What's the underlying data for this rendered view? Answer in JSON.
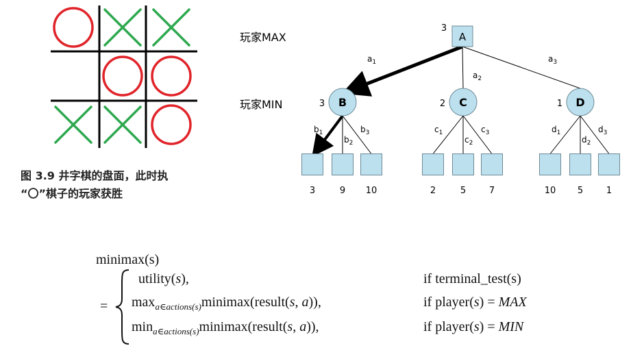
{
  "board": {
    "cells": [
      [
        "O",
        "X",
        "X"
      ],
      [
        "",
        "O",
        "O"
      ],
      [
        "X",
        "X",
        "O"
      ]
    ],
    "o_color": "#e0242a",
    "x_color": "#2ea84f",
    "grid_color": "#000000"
  },
  "caption": {
    "line1": "图 3.9 井字棋的盘面，此时执",
    "line2": "“〇”棋子的玩家获胜"
  },
  "tree": {
    "level_max": "玩家MAX",
    "level_min": "玩家MIN",
    "node_fill": "#bde0ee",
    "root": {
      "label": "A",
      "value": "3"
    },
    "min_nodes": [
      {
        "label": "B",
        "value": "3",
        "edge": "a",
        "edge_sub": "1",
        "leaves": [
          {
            "edge": "b",
            "sub": "1",
            "value": "3"
          },
          {
            "edge": "b",
            "sub": "2",
            "value": "9"
          },
          {
            "edge": "b",
            "sub": "3",
            "value": "10"
          }
        ]
      },
      {
        "label": "C",
        "value": "2",
        "edge": "a",
        "edge_sub": "2",
        "leaves": [
          {
            "edge": "c",
            "sub": "1",
            "value": "2"
          },
          {
            "edge": "c",
            "sub": "2",
            "value": "5"
          },
          {
            "edge": "c",
            "sub": "3",
            "value": "7"
          }
        ]
      },
      {
        "label": "D",
        "value": "1",
        "edge": "a",
        "edge_sub": "3",
        "leaves": [
          {
            "edge": "d",
            "sub": "1",
            "value": "10"
          },
          {
            "edge": "d",
            "sub": "2",
            "value": "5"
          },
          {
            "edge": "d",
            "sub": "3",
            "value": "1"
          }
        ]
      }
    ]
  },
  "formula": {
    "lhs": "minimax(s)",
    "equals": "=",
    "case1_expr": "utility(s),",
    "case1_cond": "if terminal_test(s)",
    "case2_op": "max",
    "case2_sub": "a∈actions(s)",
    "case2_rest": "minimax(result(s, a)),",
    "case2_cond": "if player(s) = MAX",
    "case3_op": "min",
    "case3_sub": "a∈actions(s)",
    "case3_rest": "minimax(result(s, a)),",
    "case3_cond": "if player(s) = MIN"
  }
}
